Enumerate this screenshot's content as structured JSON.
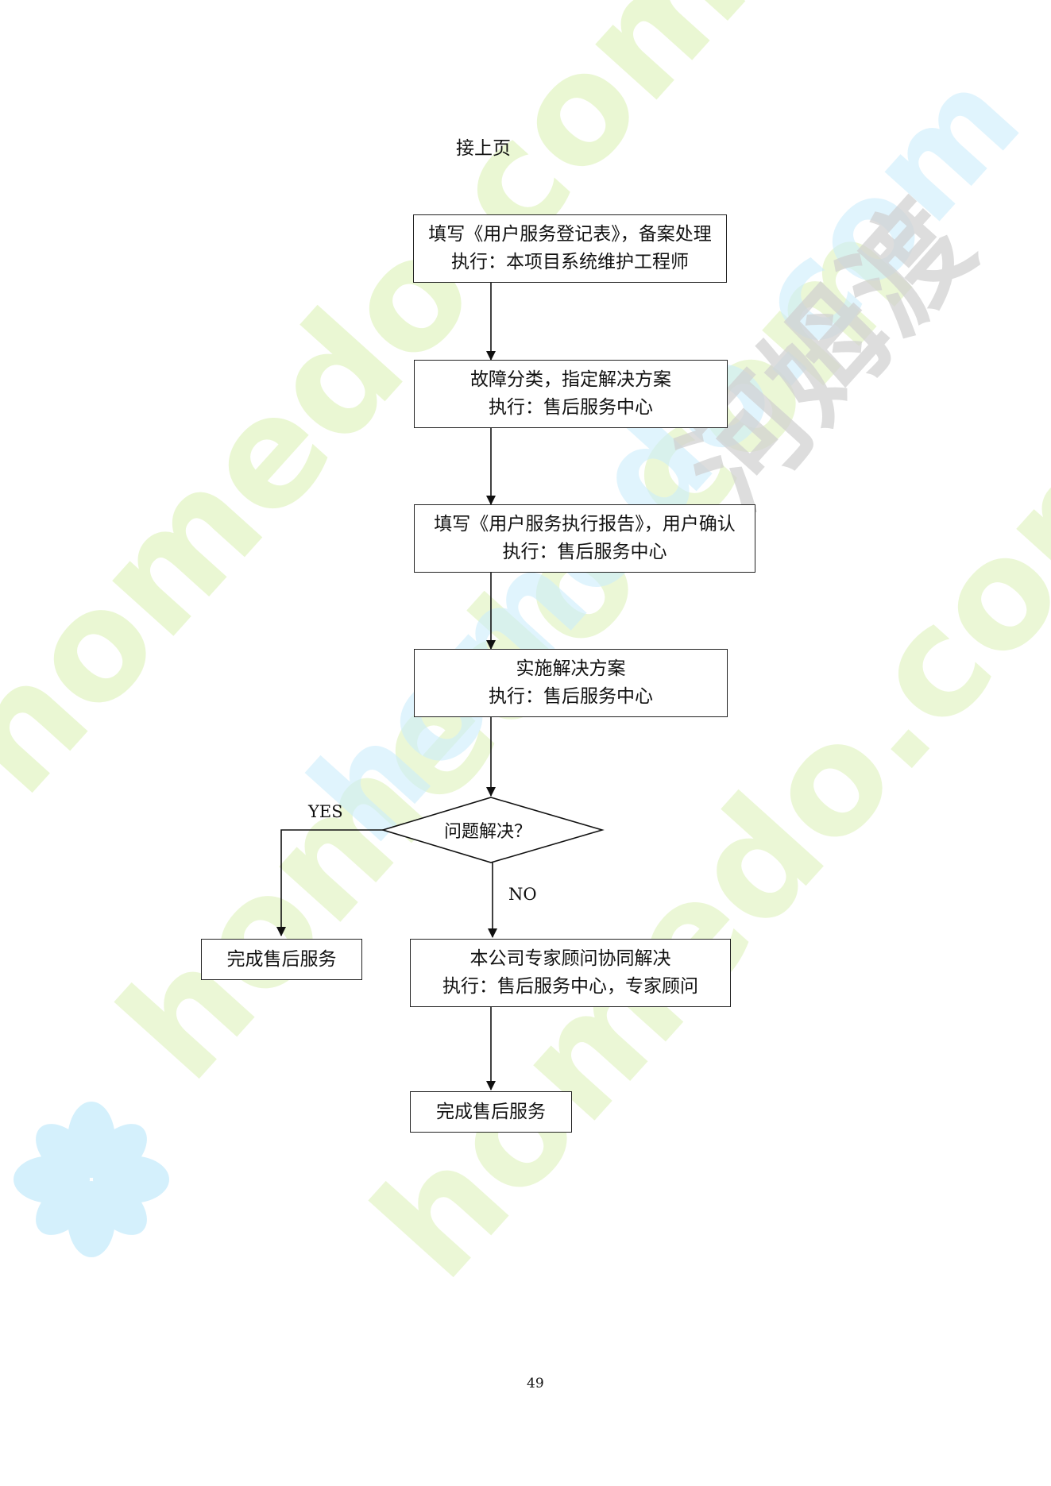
{
  "continued_label": "接上页",
  "steps": [
    {
      "line1": "填写《用户服务登记表》，备案处理",
      "line2": "执行：本项目系统维护工程师"
    },
    {
      "line1": "故障分类，指定解决方案",
      "line2": "执行：售后服务中心"
    },
    {
      "line1": "填写《用户服务执行报告》，用户确认",
      "line2": "执行：售后服务中心"
    },
    {
      "line1": "实施解决方案",
      "line2": "执行：售后服务中心"
    }
  ],
  "decision": {
    "text": "问题解决？",
    "yes_label": "YES",
    "no_label": "NO"
  },
  "yes_end": {
    "text": "完成售后服务"
  },
  "expert_step": {
    "line1": "本公司专家顾问协同解决",
    "line2": "执行：售后服务中心，专家顾问"
  },
  "final_end": {
    "text": "完成售后服务"
  },
  "page_number": "49",
  "watermark": {
    "text": "homedo.com",
    "brand": "河姆渡",
    "colors": [
      "#e3f5c5",
      "#cdeefc",
      "#d0d0d0"
    ]
  }
}
